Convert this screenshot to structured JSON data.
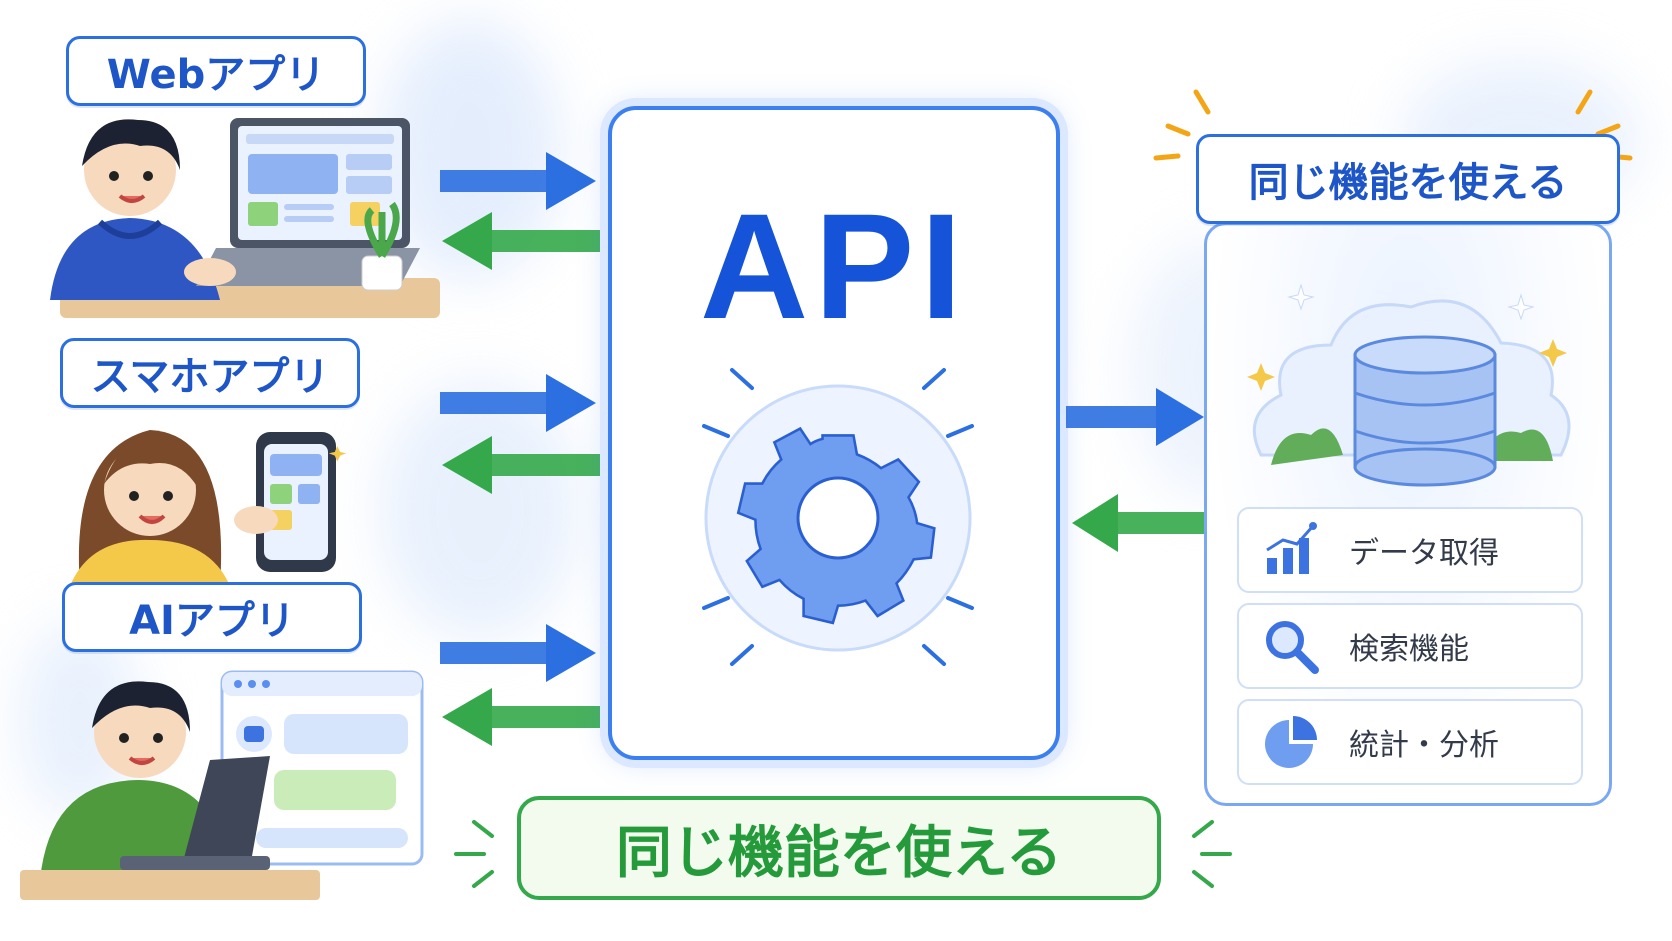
{
  "clients": [
    {
      "label": "Webアプリ"
    },
    {
      "label": "スマホアプリ"
    },
    {
      "label": "AIアプリ"
    }
  ],
  "api": {
    "title": "API"
  },
  "server": {
    "heading": "同じ機能を使える",
    "features": [
      {
        "label": "データ取得",
        "icon": "bar-chart-icon"
      },
      {
        "label": "検索機能",
        "icon": "magnifier-icon"
      },
      {
        "label": "統計・分析",
        "icon": "pie-chart-icon"
      }
    ]
  },
  "banner": {
    "text": "同じ機能を使える"
  },
  "colors": {
    "blue": "#2b6fe0",
    "green": "#34a84a",
    "gear": "#6f9ef0"
  }
}
